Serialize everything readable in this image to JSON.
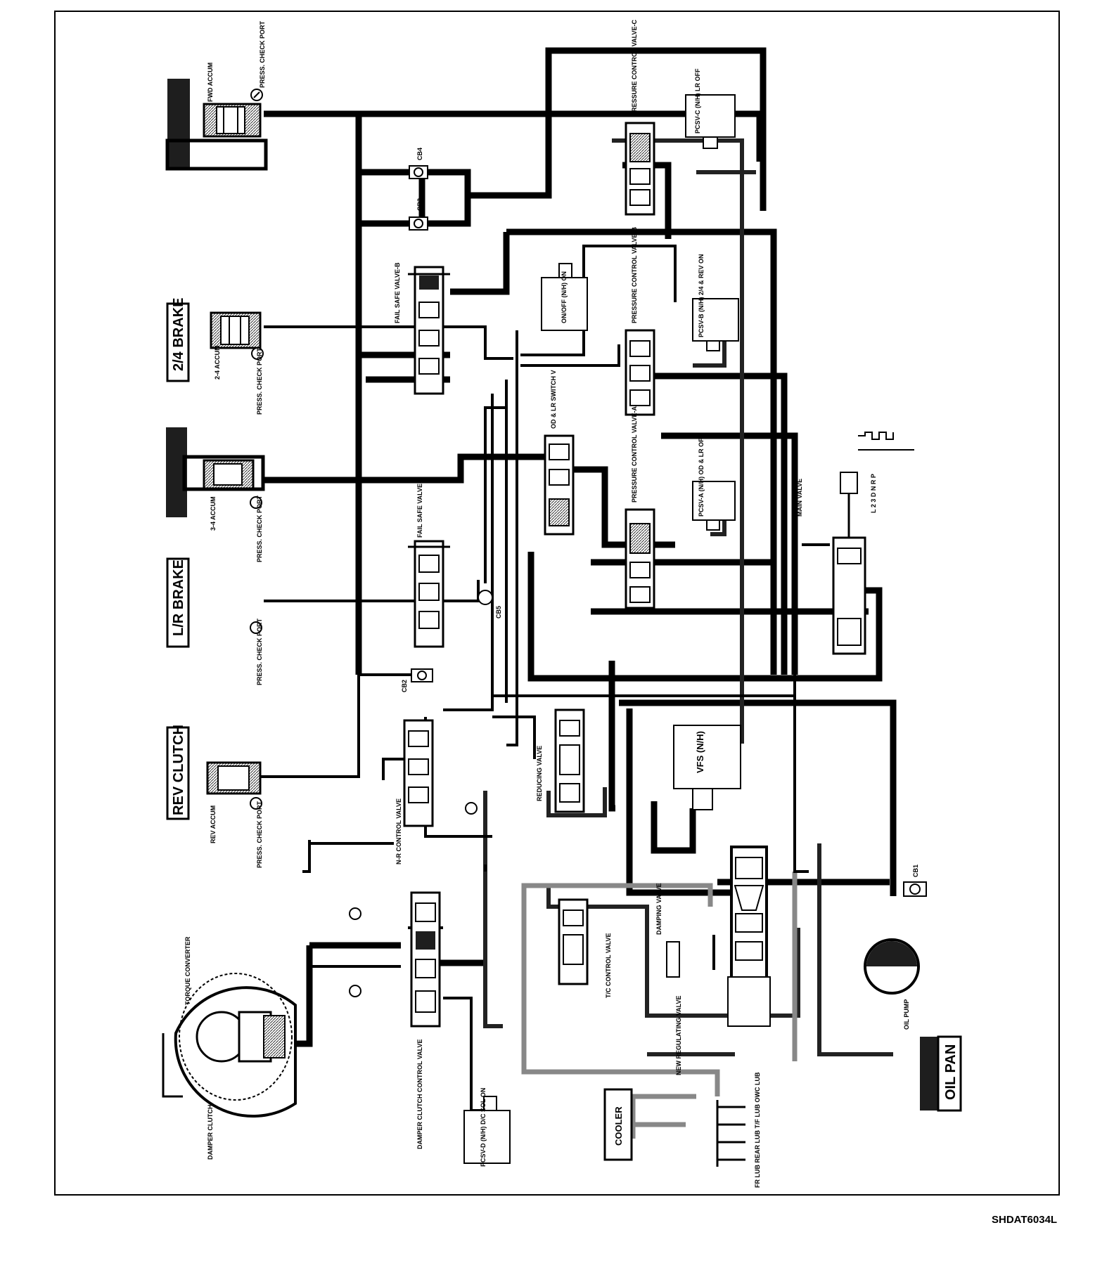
{
  "drawing_code": "SHDAT6034L",
  "components": {
    "fwd_accum": "FWD ACCUM",
    "press_check_port": "PRESS. CHECK PORT",
    "cb4": "CB4",
    "cb3": "CB3",
    "cb5": "CB5",
    "cb2": "CB2",
    "cb1": "CB1",
    "pressure_control_valve_c": "PRESSURE CONTROL VALVE-C",
    "pcsv_c": "PCSV-C (N/H) LR OFF",
    "brake_24": "2/4 BRAKE",
    "accum_24": "2-4 ACCUM",
    "fail_safe_valve_b": "FAIL SAFE VALVE-B",
    "on_off": "ON/OFF (N/H) ON",
    "pressure_control_valve_b": "PRESSURE CONTROL VALVE-B",
    "pcsv_b": "PCSV-B (N/H) 2/4 & REV ON",
    "accum_34": "3-4 ACCUM",
    "od_lr_switch_valve": "OD & LR SWITCH V",
    "pressure_control_valve_a": "PRESSURE CONTROL VALVE-A",
    "pcsv_a": "PCSV-A (N/H) OD & LR OFF",
    "main_valve": "MAIN VALVE",
    "shift_positions": "L 2 3 D N R P",
    "lr_brake": "L/R BRAKE",
    "fail_safe_valve_a": "FAIL SAFE VALVE-A",
    "rev_clutch": "REV CLUTCH",
    "rev_accum": "REV ACCUM",
    "nr_control_valve": "N-R CONTROL VALVE",
    "reducing_valve": "REDUCING VALVE",
    "vfs": "VFS (N/H)",
    "torque_converter": "TORQUE CONVERTER",
    "damper_clutch": "DAMPER CLUTCH",
    "damper_clutch_control_valve": "DAMPER CLUTCH CONTROL VALVE",
    "tc_control_valve": "T/C CONTROL VALVE",
    "damping_valve": "DAMPING VALVE",
    "new_regulating_valve": "NEW REGULATING VALVE",
    "oil_pump": "OIL PUMP",
    "oil_pan": "OIL PAN",
    "pcsv_d": "PCSV-D (N/H) D/C SOL ON",
    "cooler": "COOLER",
    "lub_outlets": "FR LUB  REAR LUB  T/F LUB  OWC LUB"
  }
}
